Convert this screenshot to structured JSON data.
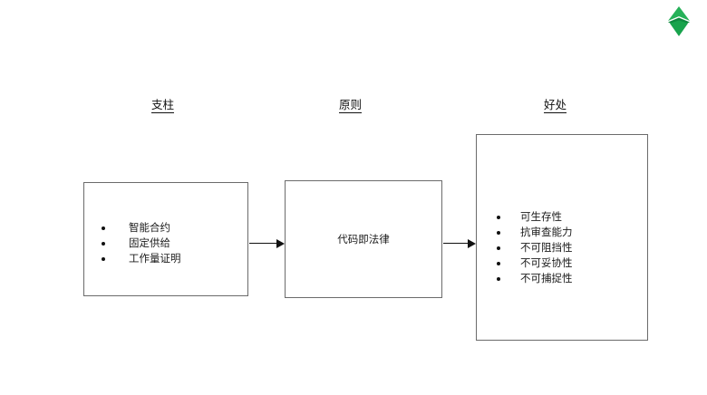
{
  "logo": {
    "name": "ethereum-classic-logo",
    "top_color": "#26b159",
    "bottom_color": "#0e8a3f",
    "mid_color": "#18a34c"
  },
  "columns": [
    {
      "id": "pillars",
      "heading": "支柱"
    },
    {
      "id": "principles",
      "heading": "原则"
    },
    {
      "id": "benefits",
      "heading": "好处"
    }
  ],
  "boxes": {
    "pillars": {
      "items": [
        "智能合约",
        "固定供给",
        "工作量证明"
      ]
    },
    "principles": {
      "label": "代码即法律"
    },
    "benefits": {
      "items": [
        "可生存性",
        "抗审查能力",
        "不可阻挡性",
        "不可妥协性",
        "不可捕捉性"
      ]
    }
  },
  "arrows": [
    {
      "id": "pillars-to-principles",
      "direction": "right"
    },
    {
      "id": "principles-to-benefits",
      "direction": "right"
    }
  ]
}
